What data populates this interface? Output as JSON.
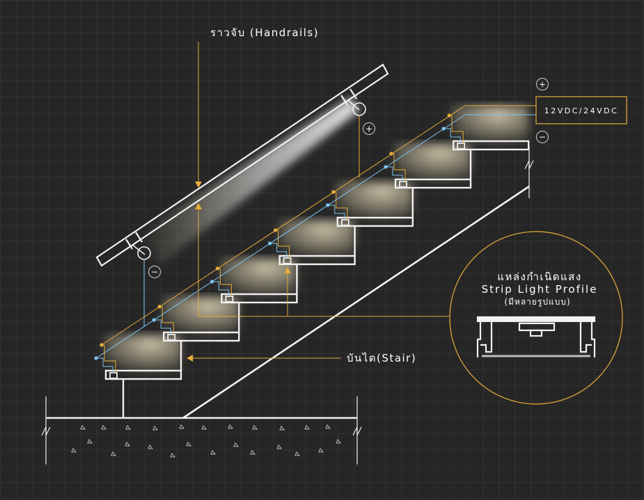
{
  "labels": {
    "handrails": "ราวจับ (Handrails)",
    "stair": "บันได(Stair)",
    "voltage": "12VDC/24VDC",
    "plus": "+",
    "minus": "−",
    "light_source_th": "แหล่งกำเนิดแสง",
    "light_source_en": "Strip Light Profile",
    "light_source_note": "(มีหลายรูปแบบ)"
  },
  "colors": {
    "background": "#262626",
    "grid": "#3c3c3c",
    "outline": "#f2f2f2",
    "accent": "#e8ae3c",
    "wire_blue": "#7cc4f0",
    "wire_orange": "#e8ae3c",
    "glow": "#fff2cf"
  },
  "icons": {
    "plus": "plus-circle-icon",
    "minus": "minus-circle-icon",
    "break": "break-line-icon"
  }
}
